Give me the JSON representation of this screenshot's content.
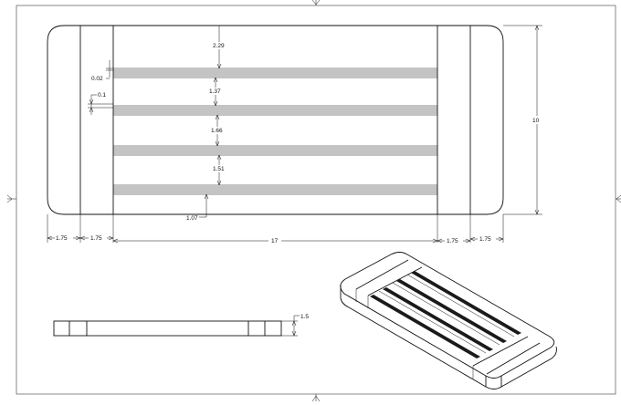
{
  "drawing": {
    "top_view": {
      "dims": {
        "rail_top": "2.29",
        "gap_1": "1.37",
        "gap_2": "1.66",
        "gap_3": "1.51",
        "rail_bottom": "1.07",
        "rail_line_thickness": "0.02",
        "rail_spacing": "0.1",
        "overall_width": "10",
        "end_left_outer": "1.75",
        "end_left_inner": "1.75",
        "middle_length": "17",
        "end_right_inner": "1.75",
        "end_right_outer": "1.75"
      }
    },
    "side_view": {
      "height_dim": "1.5"
    }
  }
}
